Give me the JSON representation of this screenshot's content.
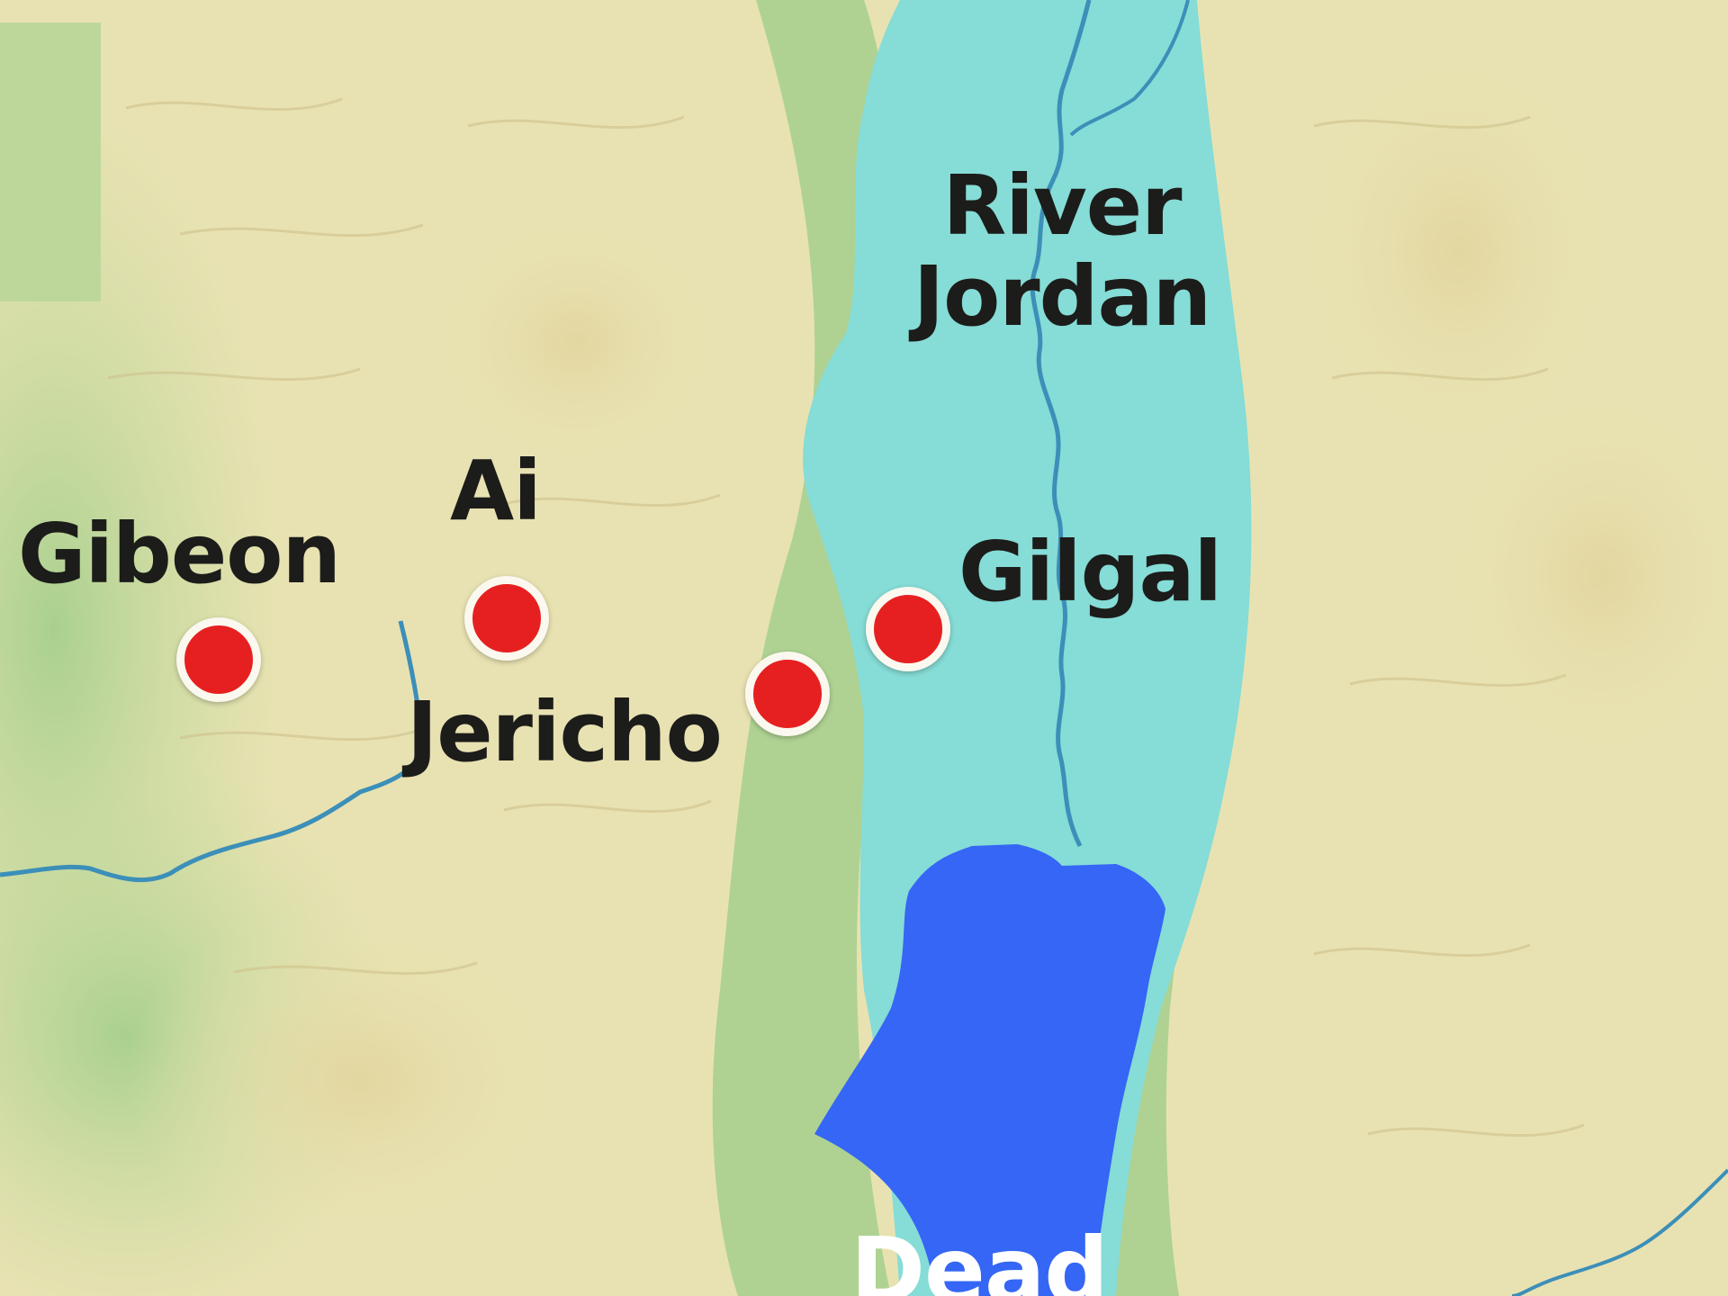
{
  "map": {
    "places": [
      {
        "id": "gibeon",
        "name": "Gibeon"
      },
      {
        "id": "ai",
        "name": "Ai"
      },
      {
        "id": "jericho",
        "name": "Jericho"
      },
      {
        "id": "gilgal",
        "name": "Gilgal"
      }
    ],
    "river": {
      "line1": "River",
      "line2": "Jordan"
    },
    "sea": {
      "name": "Dead"
    },
    "colors": {
      "marker": "#e62020",
      "marker_ring": "#fbf8ef",
      "valley": "#86dcd6",
      "dead_sea": "#3566f5",
      "land": "#e9e4b4",
      "hills": "#8ec58a",
      "river_line": "#3c8fb8"
    }
  }
}
